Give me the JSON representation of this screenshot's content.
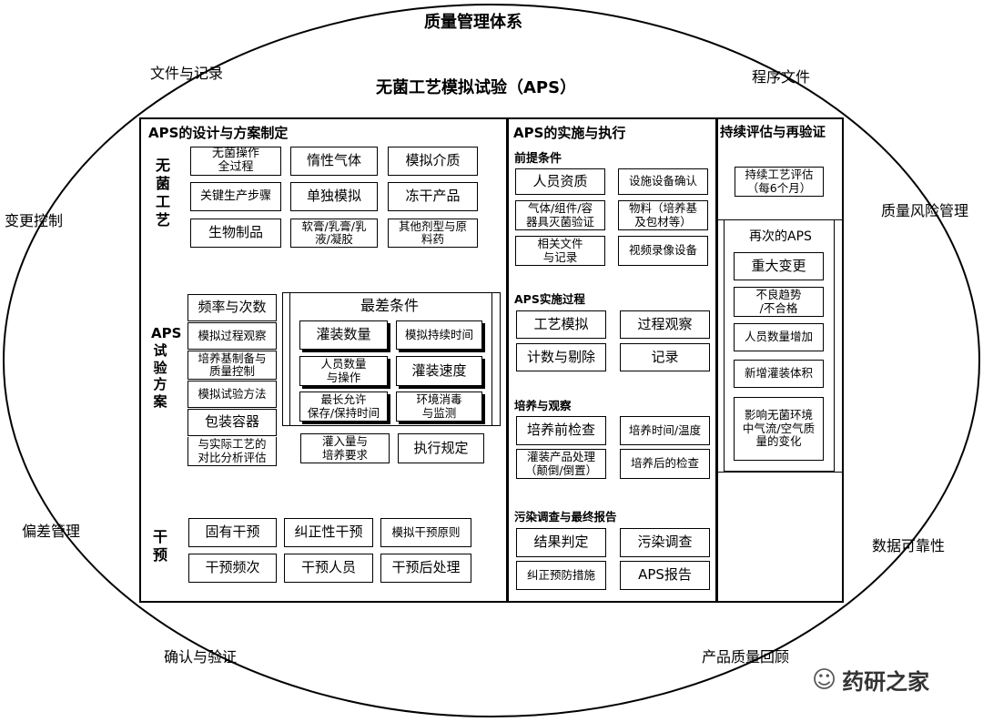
{
  "outer_title": "质量管理体系",
  "main_title": "无菌工艺模拟试验（APS）",
  "ring": {
    "doc_records": "文件与记录",
    "procedures": "程序文件",
    "change_control": "变更控制",
    "risk_mgmt": "质量风险管理",
    "deviation": "偏差管理",
    "data_integrity": "数据可靠性",
    "confirm_verify": "确认与验证",
    "product_review": "产品质量回顾"
  },
  "watermark": "药研之家",
  "design": {
    "title": "APS的设计与方案制定",
    "aseptic_label": "无\n菌\n工\n艺",
    "aseptic_items": [
      "无菌操作\n全过程",
      "惰性气体",
      "模拟介质",
      "关键生产步骤",
      "单独模拟",
      "冻干产品",
      "生物制品",
      "软膏/乳膏/乳\n液/凝胶",
      "其他剂型与原\n料药"
    ],
    "protocol_label": "APS\n试\n验\n方\n案",
    "protocol_items": [
      "频率与次数",
      "模拟过程观察",
      "培养基制备与\n质量控制",
      "模拟试验方法",
      "包装容器",
      "与实际工艺的\n对比分析评估"
    ],
    "worst_case_title": "最差条件",
    "worst_case_items": [
      "灌装数量",
      "模拟持续时间",
      "人员数量\n与操作",
      "灌装速度",
      "最长允许\n保存/保持时间",
      "环境消毒\n与监测"
    ],
    "fill_req": "灌入量与\n培养要求",
    "exec_rule": "执行规定",
    "intervention_label": "干\n预",
    "intervention_items": [
      "固有干预",
      "纠正性干预",
      "模拟干预原则",
      "干预频次",
      "干预人员",
      "干预后处理"
    ]
  },
  "execution": {
    "title": "APS的实施与执行",
    "prereq_title": "前提条件",
    "prereq_items": [
      "人员资质",
      "设施设备确认",
      "气体/组件/容\n器具灭菌验证",
      "物料（培养基\n及包材等）",
      "相关文件\n与记录",
      "视频录像设备"
    ],
    "process_title": "APS实施过程",
    "process_items": [
      "工艺模拟",
      "过程观察",
      "计数与剔除",
      "记录"
    ],
    "culture_title": "培养与观察",
    "culture_items": [
      "培养前检查",
      "培养时间/温度",
      "灌装产品处理\n（颠倒/倒置）",
      "培养后的检查"
    ],
    "report_title": "污染调查与最终报告",
    "report_items": [
      "结果判定",
      "污染调查",
      "纠正预防措施",
      "APS报告"
    ]
  },
  "evaluation": {
    "title": "持续评估与再验证",
    "continuous": "持续工艺评估\n（每6个月）",
    "reaps_title": "再次的APS",
    "reaps_items": [
      "重大变更",
      "不良趋势\n/不合格",
      "人员数量增加",
      "新增灌装体积",
      "影响无菌环境\n中气流/空气质\n量的变化"
    ]
  }
}
